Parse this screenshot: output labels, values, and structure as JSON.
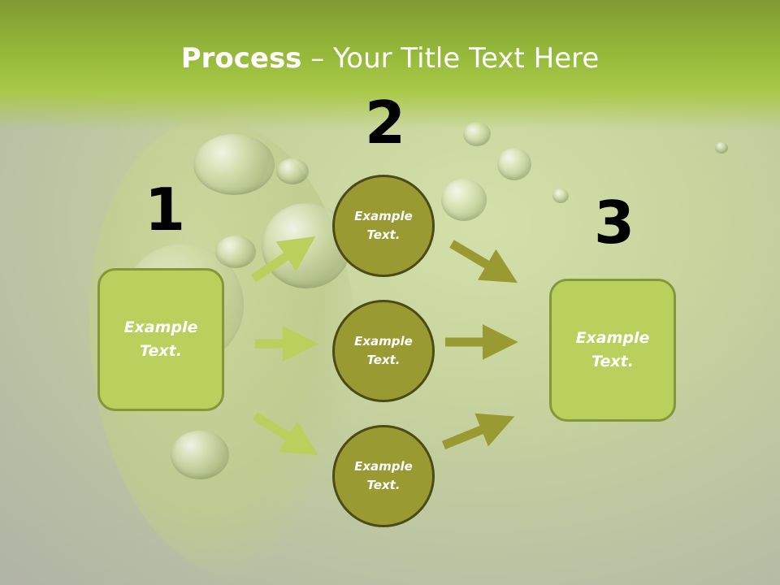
{
  "slide": {
    "title_bold": "Process",
    "title_rest": " – Your Title Text Here"
  },
  "steps": {
    "step1": {
      "number": "1",
      "text": "Example\nText."
    },
    "step2": {
      "number": "2"
    },
    "step3": {
      "number": "3",
      "text": "Example\nText."
    }
  },
  "circles": [
    {
      "text": "Example\nText."
    },
    {
      "text": "Example\nText."
    },
    {
      "text": "Example\nText."
    }
  ],
  "colors": {
    "accent_green": "#b9d05c",
    "olive": "#9a9a32",
    "light_arrow": "#b9d05c",
    "dark_arrow": "#9a9a32"
  }
}
